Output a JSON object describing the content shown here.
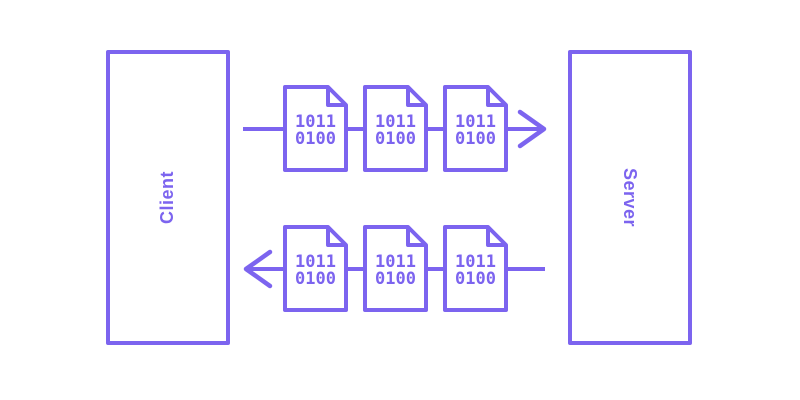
{
  "diagram": {
    "accent_color": "#7C64EF",
    "background_color": "#FFFFFF",
    "client": {
      "label": "Client"
    },
    "server": {
      "label": "Server"
    },
    "flows": [
      {
        "direction": "client-to-server",
        "arrow_icon": "arrow-right",
        "documents": [
          {
            "line1": "1011",
            "line2": "0100"
          },
          {
            "line1": "1011",
            "line2": "0100"
          },
          {
            "line1": "1011",
            "line2": "0100"
          }
        ]
      },
      {
        "direction": "server-to-client",
        "arrow_icon": "arrow-left",
        "documents": [
          {
            "line1": "1011",
            "line2": "0100"
          },
          {
            "line1": "1011",
            "line2": "0100"
          },
          {
            "line1": "1011",
            "line2": "0100"
          }
        ]
      }
    ]
  }
}
